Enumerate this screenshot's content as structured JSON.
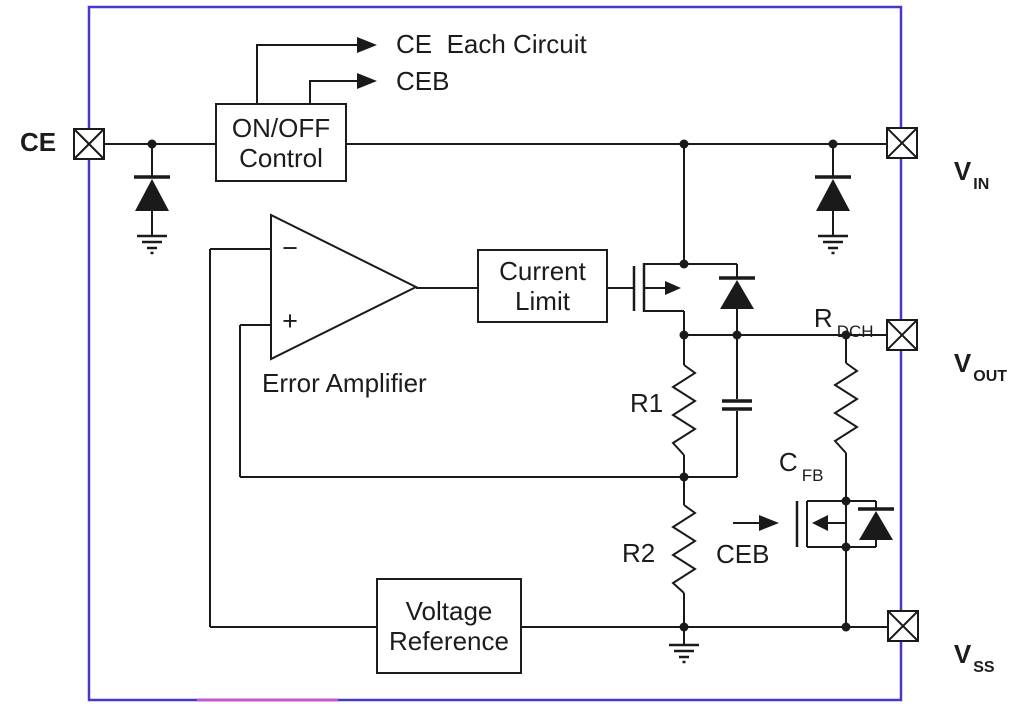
{
  "diagram": {
    "pins": {
      "ce": "CE",
      "vin": {
        "base": "V",
        "sub": "IN"
      },
      "vout": {
        "base": "V",
        "sub": "OUT"
      },
      "vss": {
        "base": "V",
        "sub": "SS"
      }
    },
    "blocks": {
      "on_off_control": {
        "line1": "ON/OFF",
        "line2": "Control"
      },
      "current_limit": {
        "line1": "Current",
        "line2": "Limit"
      },
      "voltage_reference": {
        "line1": "Voltage",
        "line2": "Reference"
      }
    },
    "labels": {
      "ce_each_circuit": "CE  Each Circuit",
      "ceb_top": "CEB",
      "error_amplifier": "Error Amplifier",
      "r_dch": {
        "base": "R",
        "sub": "DCH"
      },
      "r1": "R1",
      "r2": "R2",
      "c_fb": {
        "base": "C",
        "sub": "FB"
      },
      "ceb_gate": "CEB",
      "opamp_minus": "−",
      "opamp_plus": "+"
    },
    "colors": {
      "ic_border": "#4639c8",
      "ic_border_highlight": "#c558c8",
      "line": "#1a1a1a"
    }
  }
}
